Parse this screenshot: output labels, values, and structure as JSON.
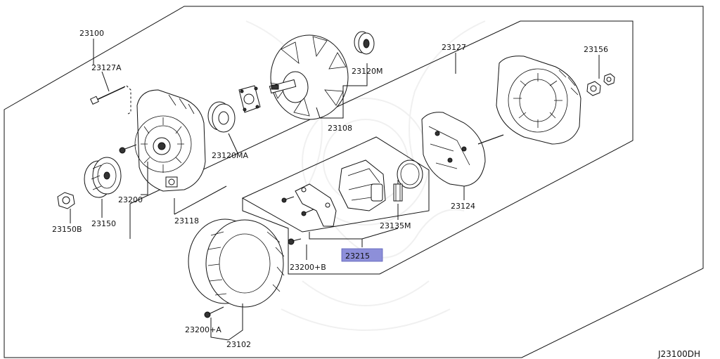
{
  "labels": {
    "p23100": "23100",
    "p23127A": "23127A",
    "p23120M": "23120M",
    "p23108": "23108",
    "p23127": "23127",
    "p23156": "23156",
    "p23120MA": "23120MA",
    "p23200": "23200",
    "p23118": "23118",
    "p23150": "23150",
    "p23150B": "23150B",
    "p23124": "23124",
    "p23135M": "23135M",
    "p23215": "23215",
    "p23200B": "23200+B",
    "p23200A": "23200+A",
    "p23102": "23102"
  },
  "diagram_code": "J23100DH",
  "highlight_color": "#8d8fd9"
}
